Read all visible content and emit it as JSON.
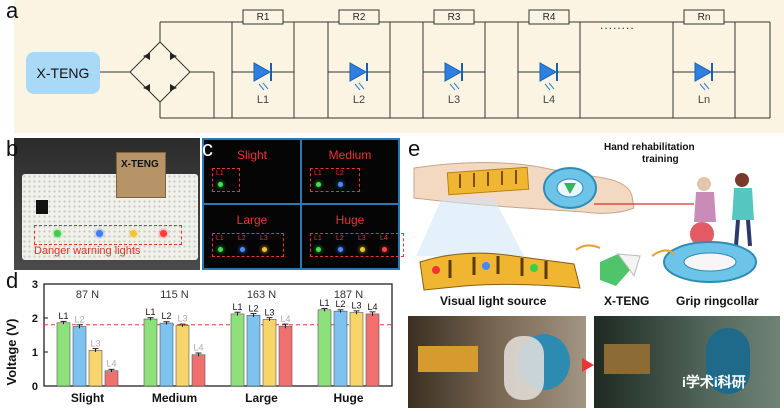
{
  "panel_a": {
    "letter": "a",
    "source_label": "X-TENG",
    "resistors": [
      "R1",
      "R2",
      "R3",
      "R4",
      "Rn"
    ],
    "leds": [
      "L1",
      "L2",
      "L3",
      "L4",
      "Ln"
    ],
    "ellipsis": "........"
  },
  "panel_b": {
    "letter": "b",
    "device_label": "X-TENG",
    "warning_label": "Danger warning lights"
  },
  "panel_c": {
    "letter": "c",
    "cells": [
      {
        "title": "Slight",
        "leds": [
          "L1"
        ]
      },
      {
        "title": "Medium",
        "leds": [
          "L1",
          "L2"
        ]
      },
      {
        "title": "Large",
        "leds": [
          "L1",
          "L2",
          "L3"
        ]
      },
      {
        "title": "Huge",
        "leds": [
          "L1",
          "L2",
          "L3",
          "L4"
        ]
      }
    ]
  },
  "panel_e": {
    "letter": "e",
    "hand_rehab_line1": "Hand rehabilitation",
    "hand_rehab_line2": "training",
    "visual_light": "Visual light source",
    "xteng": "X-TENG",
    "grip": "Grip ringcollar",
    "watermark": "i学术i科研"
  },
  "panel_d": {
    "letter": "d",
    "chart_data": {
      "type": "bar",
      "ylabel": "Voltage (V)",
      "ylim": [
        0,
        3
      ],
      "yticks": [
        0,
        1,
        2,
        3
      ],
      "threshold": 1.8,
      "categories": [
        "Slight",
        "Medium",
        "Large",
        "Huge"
      ],
      "forces": [
        "87 N",
        "115 N",
        "163 N",
        "187 N"
      ],
      "series": [
        {
          "name": "L1",
          "color": "#8ee07a"
        },
        {
          "name": "L2",
          "color": "#7ec3f0"
        },
        {
          "name": "L3",
          "color": "#f7d56b"
        },
        {
          "name": "L4",
          "color": "#f07070"
        }
      ],
      "values": [
        [
          1.86,
          1.75,
          1.05,
          0.45
        ],
        [
          1.97,
          1.85,
          1.78,
          0.92
        ],
        [
          2.12,
          2.08,
          1.96,
          1.76
        ],
        [
          2.24,
          2.2,
          2.16,
          2.12
        ]
      ],
      "errors": [
        [
          0.04,
          0.05,
          0.05,
          0.04
        ],
        [
          0.04,
          0.04,
          0.04,
          0.05
        ],
        [
          0.05,
          0.05,
          0.05,
          0.06
        ],
        [
          0.04,
          0.04,
          0.05,
          0.06
        ]
      ],
      "labels_active": [
        [
          true,
          false,
          false,
          false
        ],
        [
          true,
          true,
          false,
          false
        ],
        [
          true,
          true,
          true,
          false
        ],
        [
          true,
          true,
          true,
          true
        ]
      ]
    }
  }
}
